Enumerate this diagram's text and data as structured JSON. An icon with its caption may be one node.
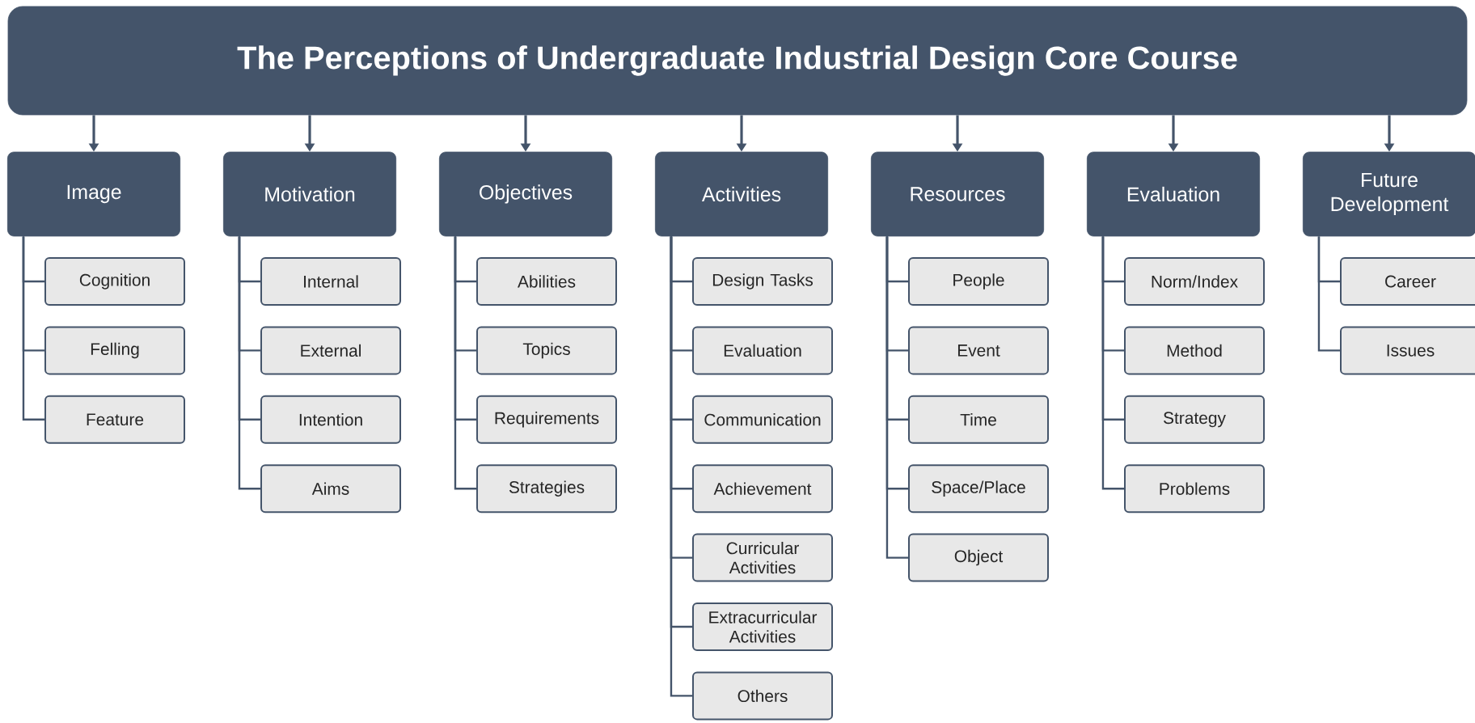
{
  "diagram": {
    "nodes": [
      {
        "text": [
          "The Perceptions of Undergraduate Industrial Design Core Course"
        ]
      },
      {
        "text": [
          "Image"
        ]
      },
      {
        "text": [
          "Cognition"
        ]
      },
      {
        "text": [
          "Felling"
        ]
      },
      {
        "text": [
          "Feature"
        ]
      },
      {
        "text": [
          "Motivation"
        ]
      },
      {
        "text": [
          "Internal"
        ]
      },
      {
        "text": [
          "External"
        ]
      },
      {
        "text": [
          "Intention"
        ]
      },
      {
        "text": [
          "Aims"
        ]
      },
      {
        "text": [
          "Objectives"
        ]
      },
      {
        "text": [
          "Abilities"
        ]
      },
      {
        "text": [
          "Topics"
        ]
      },
      {
        "text": [
          "Requirements"
        ]
      },
      {
        "text": [
          "Strategies"
        ]
      },
      {
        "text": [
          "Activities"
        ]
      },
      {
        "text": [
          "Design Tasks"
        ]
      },
      {
        "text": [
          "Evaluation"
        ]
      },
      {
        "text": [
          "Communication"
        ]
      },
      {
        "text": [
          "Achievement"
        ]
      },
      {
        "text": [
          "Curricular Activities"
        ]
      },
      {
        "text": [
          "Extracurricular Activities"
        ]
      },
      {
        "text": [
          "Others"
        ]
      },
      {
        "text": [
          "Resources"
        ]
      },
      {
        "text": [
          "People"
        ]
      },
      {
        "text": [
          "Event"
        ]
      },
      {
        "text": [
          "Time"
        ]
      },
      {
        "text": [
          "Space/Place"
        ]
      },
      {
        "text": [
          "Object"
        ]
      },
      {
        "text": [
          "Evaluation"
        ]
      },
      {
        "text": [
          "Norm/Index"
        ]
      },
      {
        "text": [
          "Method"
        ]
      },
      {
        "text": [
          "Strategy"
        ]
      },
      {
        "text": [
          "Problems"
        ]
      },
      {
        "text": [
          "Future Development"
        ]
      },
      {
        "text": [
          "Career"
        ]
      },
      {
        "text": [
          "Issues"
        ]
      }
    ],
    "edges": [
      {
        "from": 0,
        "to": 1,
        "arrow": "to"
      },
      {
        "from": 0,
        "to": 5,
        "arrow": "to"
      },
      {
        "from": 0,
        "to": 10,
        "arrow": "to"
      },
      {
        "from": 0,
        "to": 15,
        "arrow": "to"
      },
      {
        "from": 0,
        "to": 23,
        "arrow": "to"
      },
      {
        "from": 0,
        "to": 29,
        "arrow": "to"
      },
      {
        "from": 0,
        "to": 34,
        "arrow": "to"
      },
      {
        "from": 1,
        "to": 2,
        "arrow": "none"
      },
      {
        "from": 1,
        "to": 3,
        "arrow": "none"
      },
      {
        "from": 1,
        "to": 4,
        "arrow": "none"
      },
      {
        "from": 5,
        "to": 6,
        "arrow": "none"
      },
      {
        "from": 5,
        "to": 7,
        "arrow": "none"
      },
      {
        "from": 5,
        "to": 8,
        "arrow": "none"
      },
      {
        "from": 5,
        "to": 9,
        "arrow": "none"
      },
      {
        "from": 10,
        "to": 11,
        "arrow": "none"
      },
      {
        "from": 10,
        "to": 12,
        "arrow": "none"
      },
      {
        "from": 10,
        "to": 13,
        "arrow": "none"
      },
      {
        "from": 10,
        "to": 14,
        "arrow": "none"
      },
      {
        "from": 15,
        "to": 16,
        "arrow": "none"
      },
      {
        "from": 15,
        "to": 17,
        "arrow": "none"
      },
      {
        "from": 15,
        "to": 18,
        "arrow": "none"
      },
      {
        "from": 15,
        "to": 19,
        "arrow": "none"
      },
      {
        "from": 15,
        "to": 20,
        "arrow": "none"
      },
      {
        "from": 15,
        "to": 21,
        "arrow": "none"
      },
      {
        "from": 15,
        "to": 22,
        "arrow": "none"
      },
      {
        "from": 23,
        "to": 24,
        "arrow": "none"
      },
      {
        "from": 23,
        "to": 25,
        "arrow": "none"
      },
      {
        "from": 23,
        "to": 26,
        "arrow": "none"
      },
      {
        "from": 23,
        "to": 27,
        "arrow": "none"
      },
      {
        "from": 23,
        "to": 28,
        "arrow": "none"
      },
      {
        "from": 29,
        "to": 30,
        "arrow": "none"
      },
      {
        "from": 29,
        "to": 31,
        "arrow": "none"
      },
      {
        "from": 29,
        "to": 32,
        "arrow": "none"
      },
      {
        "from": 29,
        "to": 33,
        "arrow": "none"
      },
      {
        "from": 34,
        "to": 35,
        "arrow": "none"
      },
      {
        "from": 34,
        "to": 36,
        "arrow": "none"
      }
    ]
  }
}
